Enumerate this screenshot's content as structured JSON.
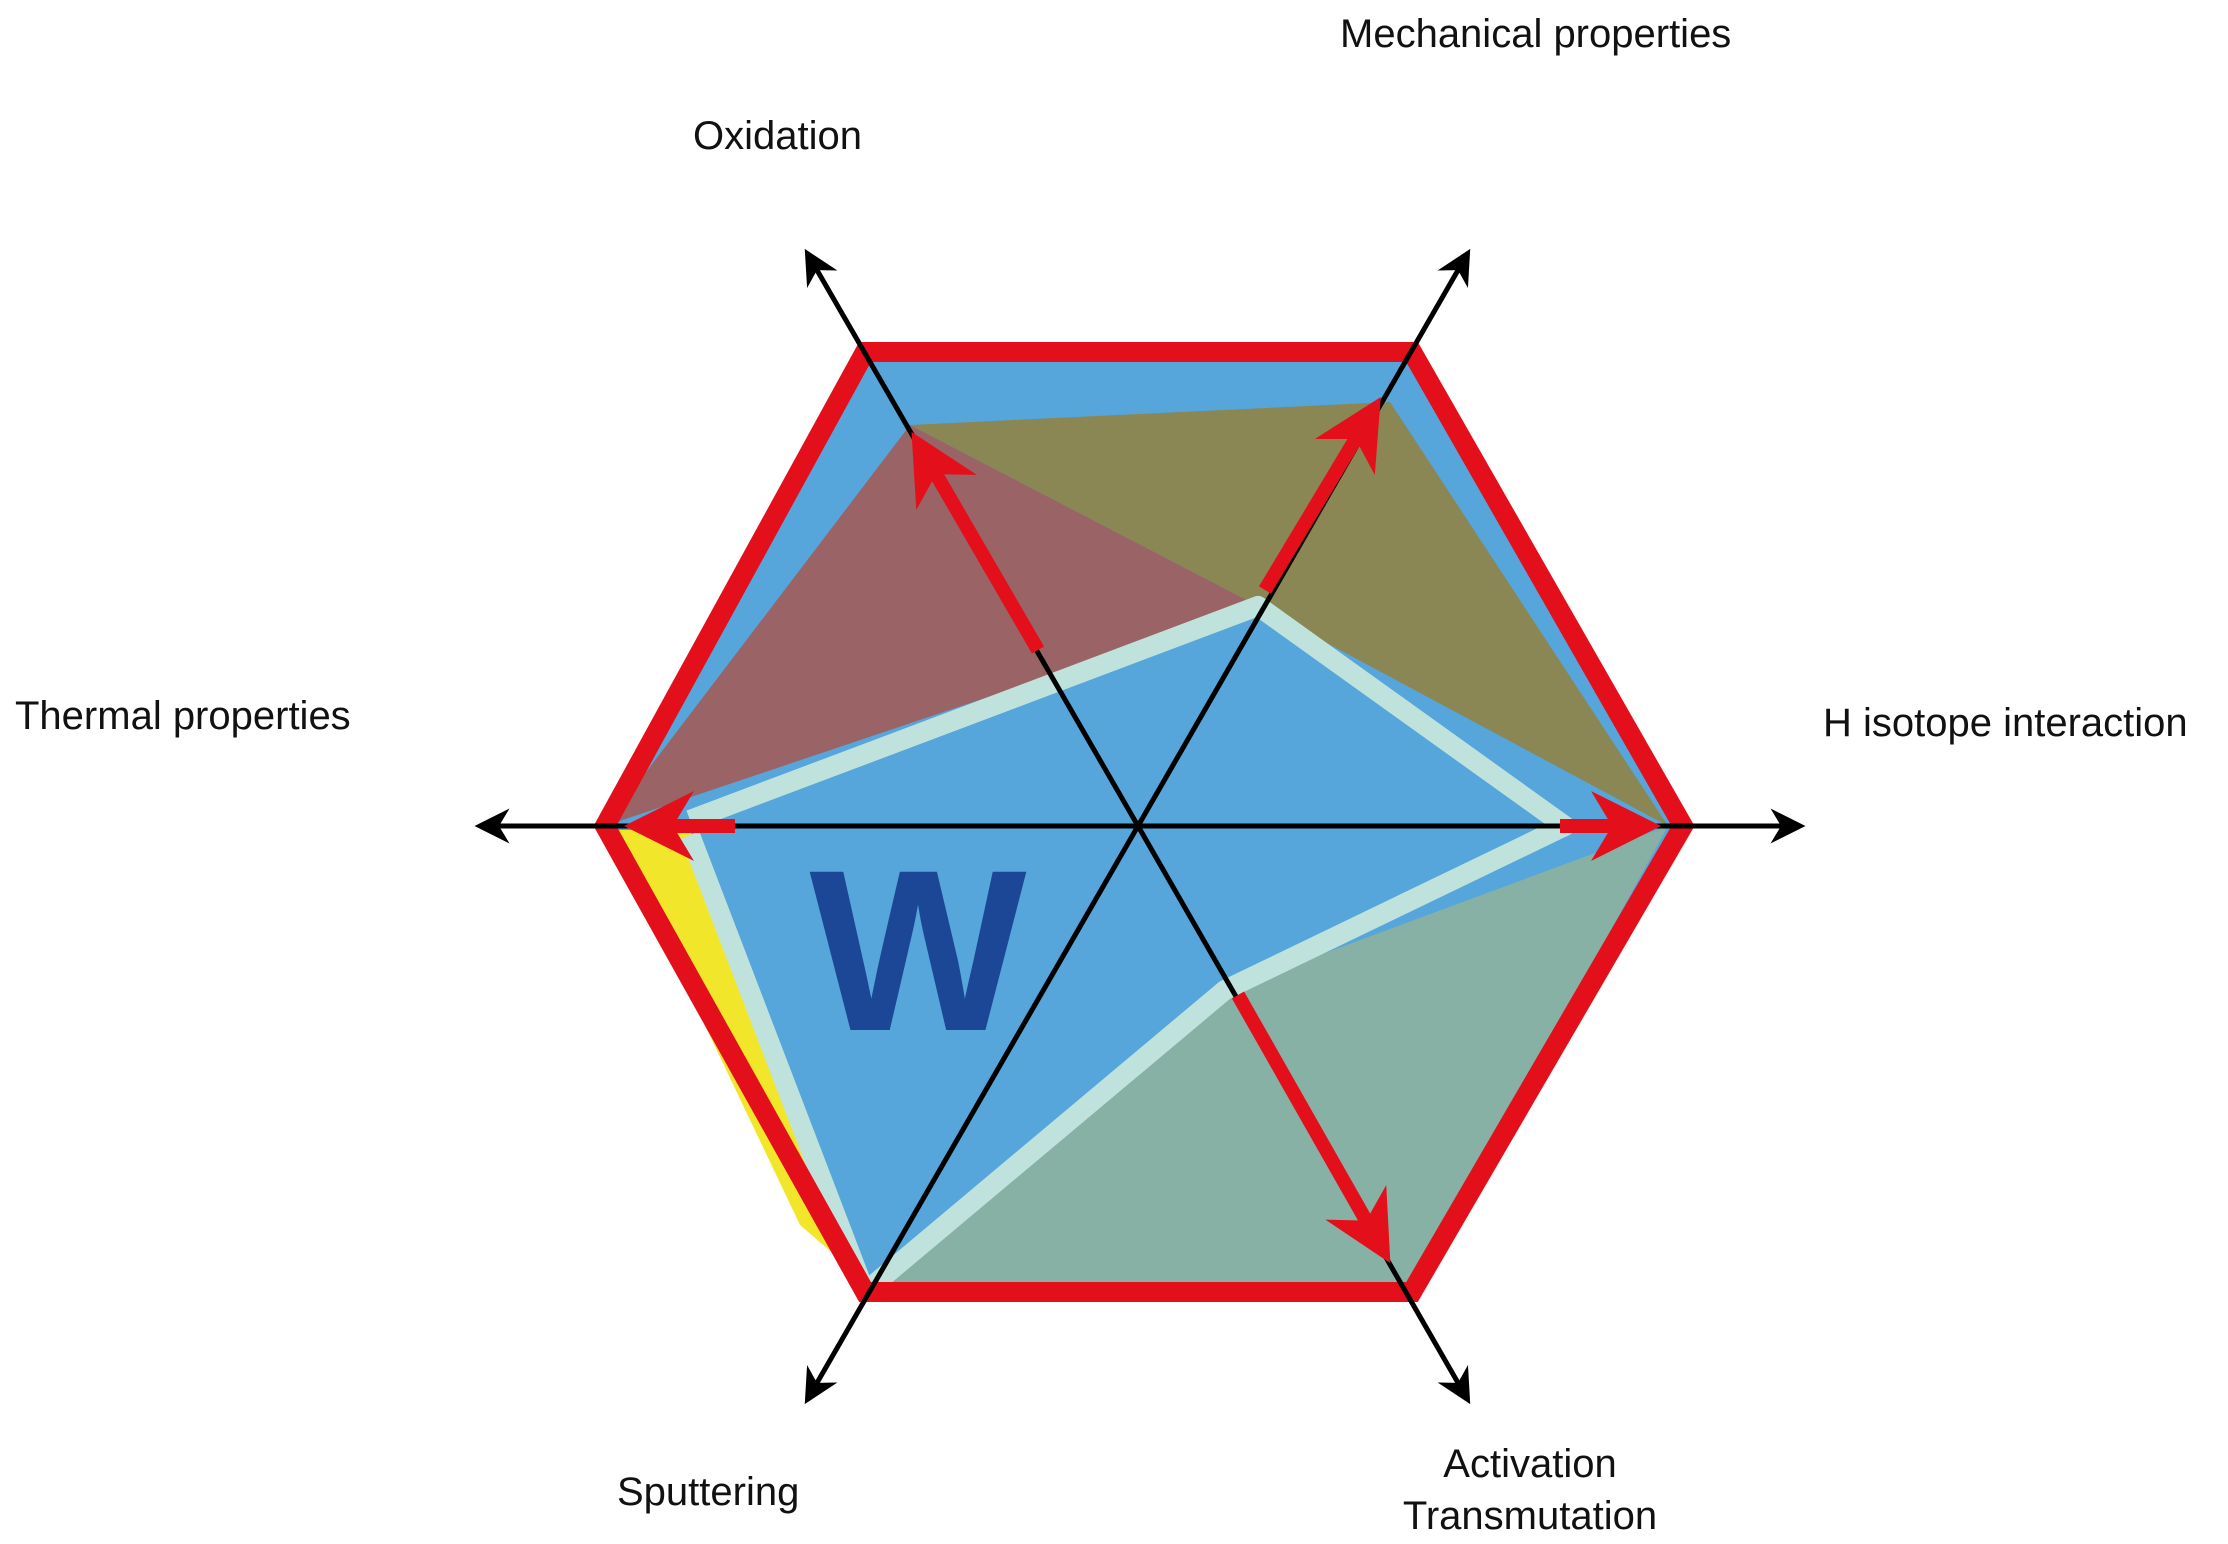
{
  "labels": {
    "mechanical": "Mechanical properties",
    "oxidation": "Oxidation",
    "thermal": "Thermal properties",
    "h_isotope": "H isotope interaction",
    "activation_line1": "Activation",
    "activation_line2": "Transmutation",
    "sputtering": "Sputtering",
    "element": "W"
  },
  "colors": {
    "outer_hexagon_stroke": "#e3101c",
    "base_fill": "#56a6dc",
    "olive_region": "#8a8755",
    "mauve_region": "#9a6467",
    "teal_region": "#86b1a4",
    "light_band": "#bfe3dc",
    "yellow_sliver": "#f2e62a",
    "axis": "#000000",
    "red_arrow": "#e3101c",
    "element_text": "#1c4796"
  }
}
